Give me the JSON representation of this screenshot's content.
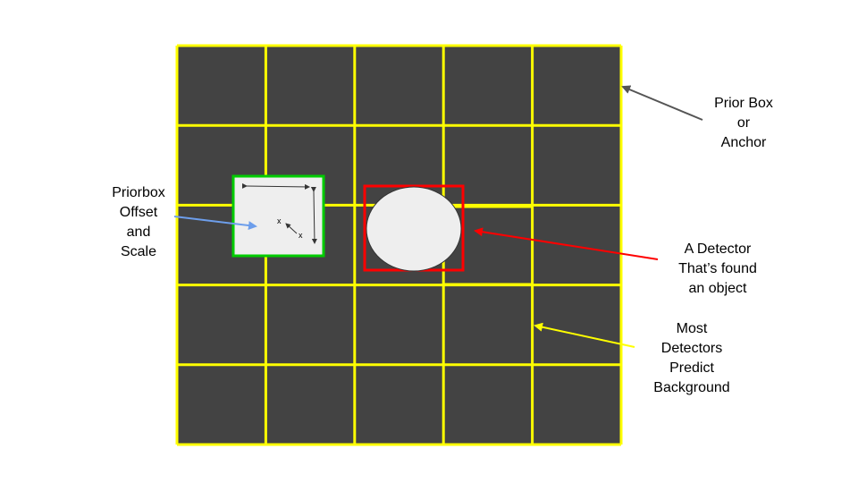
{
  "grid": {
    "rows": 5,
    "cols": 5,
    "cell_color": "#434343",
    "line_color": "#ffff00"
  },
  "highlight_colors": {
    "prior_box_outline": "#00cc00",
    "prior_box_fill": "#eeeeee",
    "detector_outline": "#ff0000",
    "object_fill": "#eeeeee",
    "prior_arrow": "#555555",
    "offset_arrow": "#6d9eeb",
    "detector_arrow": "#ff0000",
    "background_arrow": "#ffff00"
  },
  "prior_box_glyphs": {
    "x1": "x",
    "x2": "x"
  },
  "labels": {
    "prior_box": [
      "Prior Box",
      "or",
      "Anchor"
    ],
    "priorbox_offset": [
      "Priorbox",
      "Offset",
      "and",
      "Scale"
    ],
    "detector_found": [
      "A Detector",
      "That’s found",
      "an object"
    ],
    "most_detectors": [
      "Most",
      "Detectors",
      "Predict",
      "Background"
    ]
  }
}
